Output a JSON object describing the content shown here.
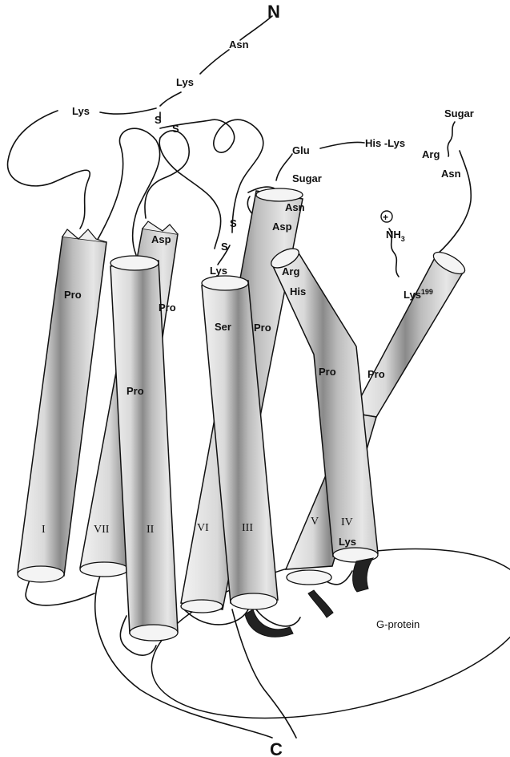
{
  "terminus": {
    "n": "N",
    "c": "C"
  },
  "residues": {
    "asn_top": "Asn",
    "lys_top": "Lys",
    "lys_left": "Lys",
    "s1": "S",
    "s2": "S",
    "glu": "Glu",
    "his_lys": "His -Lys",
    "arg": "Arg",
    "asn_sugar": "Asn",
    "sugar_right": "Sugar",
    "sugar_mid": "Sugar",
    "asn_mid": "Asn",
    "asp_mid": "Asp",
    "s3": "S",
    "s4": "S",
    "lys_loop": "Lys",
    "asp_left": "Asp",
    "plus_sign": "+",
    "nh3": "NH",
    "nh3_sub": "3",
    "arg_v": "Arg",
    "his_v": "His",
    "lys199": "Lys",
    "lys199_sup": "199"
  },
  "helix_labels": {
    "pro_i": "Pro",
    "pro_vii": "Pro",
    "pro_ii": "Pro",
    "ser_iii": "Ser",
    "pro_vi": "Pro",
    "pro_v": "Pro",
    "pro_iv": "Pro",
    "lys_iv": "Lys"
  },
  "helix_numerals": [
    "I",
    "VII",
    "II",
    "VI",
    "III",
    "V",
    "IV"
  ],
  "gprotein": "G-protein",
  "colors": {
    "ink": "#111111",
    "helix_fill": "#d8d8d8",
    "helix_stripe": "#8c8c8c",
    "contact": "#2a2a2a"
  }
}
